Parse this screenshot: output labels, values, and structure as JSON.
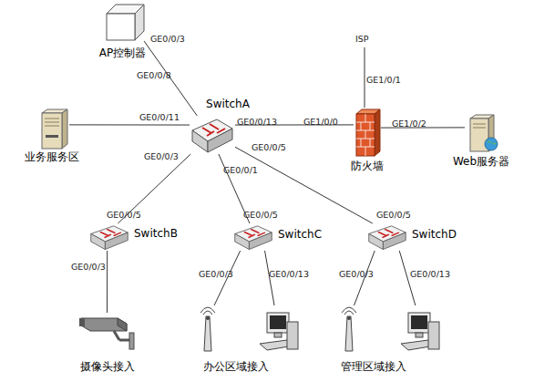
{
  "diagram": {
    "nodes": [
      {
        "text": [
          "AP控制器"
        ]
      },
      {
        "text": [
          "业务服务区"
        ]
      },
      {
        "text": [
          "SwitchA"
        ]
      },
      {
        "text": [
          "防火墙"
        ]
      },
      {
        "text": [
          "Web服务器"
        ]
      },
      {
        "text": [
          "SwitchB"
        ]
      },
      {
        "text": [
          "SwitchC"
        ]
      },
      {
        "text": [
          "SwitchD"
        ]
      },
      {
        "text": [
          "摄像头接入"
        ]
      },
      {
        "text": [
          "办公区域接入"
        ]
      },
      {
        "text": [
          "管理区域接入"
        ]
      }
    ],
    "edges": [
      {
        "from": 0,
        "to": 2,
        "arrow": "none"
      },
      {
        "from": 1,
        "to": 2,
        "arrow": "none"
      },
      {
        "from": 2,
        "to": 3,
        "arrow": "none"
      },
      {
        "from": 3,
        "to": 4,
        "arrow": "none"
      },
      {
        "from": 2,
        "to": 5,
        "arrow": "none"
      },
      {
        "from": 2,
        "to": 6,
        "arrow": "none"
      },
      {
        "from": 2,
        "to": 7,
        "arrow": "none"
      },
      {
        "from": 5,
        "to": 8,
        "arrow": "none"
      },
      {
        "from": 6,
        "to": 9,
        "arrow": "none"
      },
      {
        "from": 6,
        "to": 9,
        "arrow": "none"
      },
      {
        "from": 7,
        "to": 10,
        "arrow": "none"
      },
      {
        "from": 7,
        "to": 10,
        "arrow": "none"
      }
    ],
    "labels": [
      "ISP",
      "GE0/0/3",
      "GE0/0/8",
      "GE0/0/11",
      "GE0/0/13",
      "GE1/0/0",
      "GE1/0/1",
      "GE1/0/2",
      "GE0/0/5",
      "GE0/0/3",
      "GE0/0/1",
      "GE0/0/5",
      "GE0/0/3",
      "GE0/0/5",
      "GE0/0/3",
      "GE0/0/13",
      "GE0/0/5",
      "GE0/0/3",
      "GE0/0/13"
    ]
  }
}
